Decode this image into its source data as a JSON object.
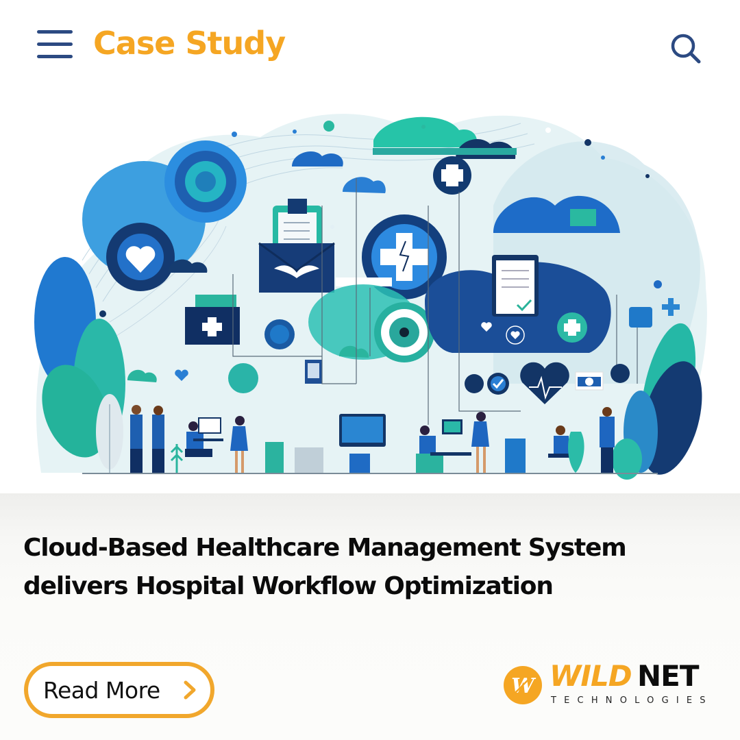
{
  "header": {
    "menu_icon": "hamburger-menu-icon",
    "title": "Case Study",
    "search_icon": "search-icon",
    "title_color": "#f5a623",
    "icon_color": "#2c4a82"
  },
  "hero": {
    "illustration": "healthcare-cloud-network-illustration",
    "palette": [
      "#1e3f7a",
      "#1f6fc9",
      "#3aa2e8",
      "#26c4a8",
      "#0f2d5c",
      "#d6ecf2"
    ]
  },
  "article": {
    "headline_line1": "Cloud-Based Healthcare Management System",
    "headline_line2": "delivers Hospital Workflow Optimization"
  },
  "cta": {
    "label": "Read More",
    "icon": "chevron-right-icon",
    "border_color": "#f1a72c"
  },
  "brand": {
    "logo_letter": "W",
    "name_part1": "WILD",
    "name_part2": "NET",
    "tagline": "TECHNOLOGIES",
    "accent_color": "#f5a623"
  }
}
